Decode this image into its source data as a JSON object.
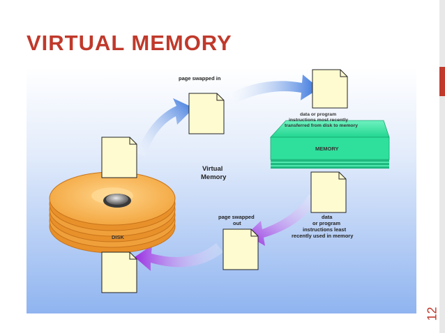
{
  "slide": {
    "title": "VIRTUAL MEMORY",
    "slide_number": "12"
  },
  "diagram": {
    "center_label_line1": "Virtual",
    "center_label_line2": "Memory",
    "page_swapped_in": "page swapped  in",
    "page_swapped_out_line1": "page swapped",
    "page_swapped_out_line2": "out",
    "memory_label": "MEMORY",
    "disk_label": "DISK",
    "recent_data_lines": [
      "data or program",
      "instructions most recently",
      "transferred from  disk to memory"
    ],
    "lru_data_lines": [
      "data",
      "or program",
      "instructions least",
      "recently used in memory"
    ]
  },
  "colors": {
    "title": "#c0392b",
    "background_top": "#ffffff",
    "background_bottom": "#8fb4f0",
    "memory_green": "#33e3a0",
    "disk_orange": "#f4a63a",
    "arrow_in": "#3b7de0",
    "arrow_out": "#a23be0",
    "page_fill": "#fffbd0"
  }
}
